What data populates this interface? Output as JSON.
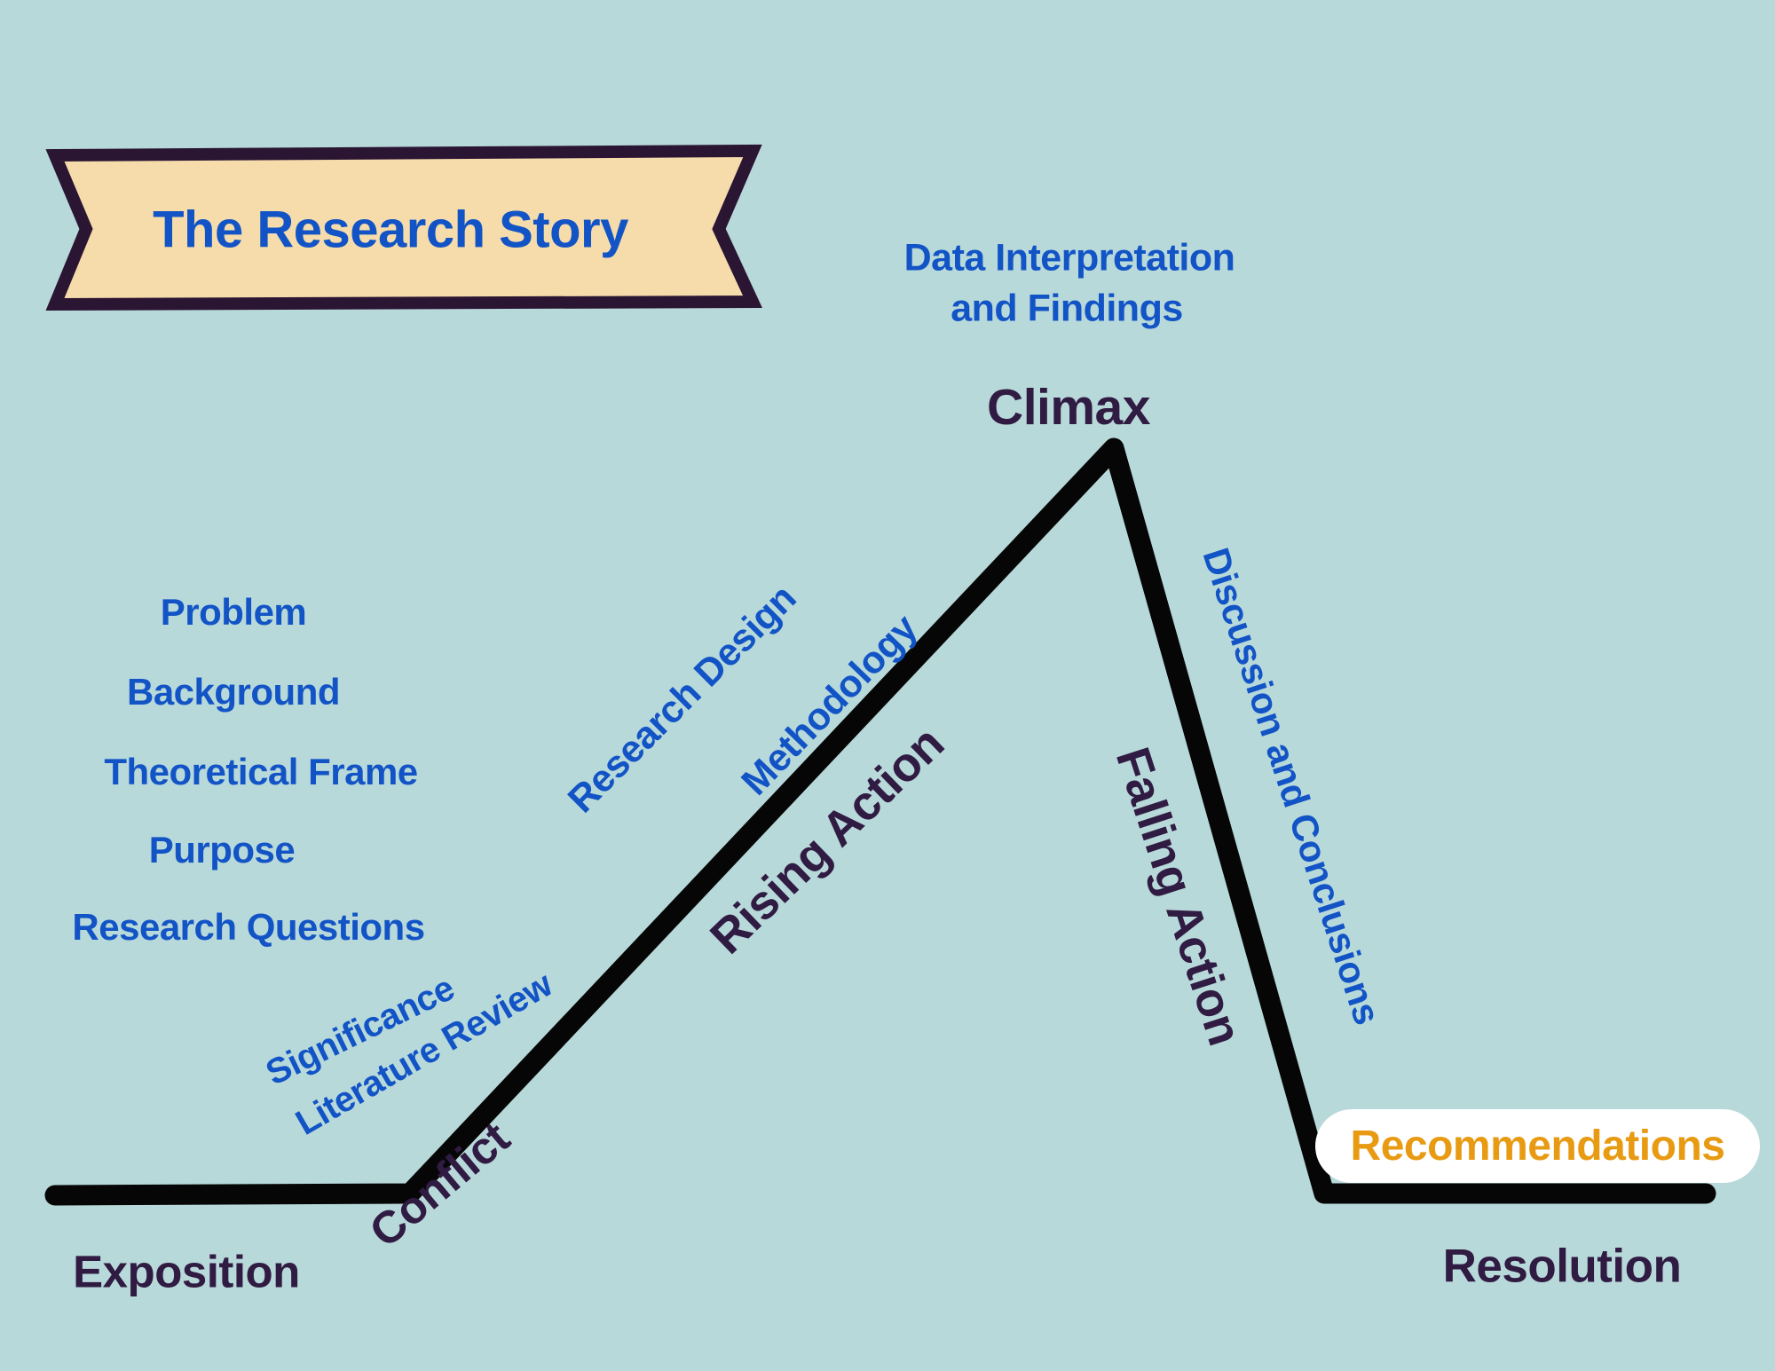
{
  "title": {
    "text": "The Research Story"
  },
  "stages": {
    "exposition": "Exposition",
    "conflict": "Conflict",
    "rising_action": "Rising Action",
    "climax": "Climax",
    "falling_action": "Falling Action",
    "resolution": "Resolution"
  },
  "annotations": {
    "climax_note_line1": "Data Interpretation",
    "climax_note_line2": "and Findings",
    "exposition_items": [
      "Problem",
      "Background",
      "Theoretical Frame",
      "Purpose",
      "Research Questions"
    ],
    "conflict_items": [
      "Significance",
      "Literature Review"
    ],
    "rising_items": [
      "Research Design",
      "Methodology"
    ],
    "falling_note": "Discussion and Conclusions",
    "resolution_note": "Recommendations"
  },
  "colors": {
    "bg": "#b8d9da",
    "blue": "#1254c6",
    "purple": "#301b42",
    "orange": "#e89b12",
    "banner_fill": "#f6dcab",
    "banner_border": "#2a1533",
    "line": "#060606",
    "pill": "#ffffff"
  }
}
